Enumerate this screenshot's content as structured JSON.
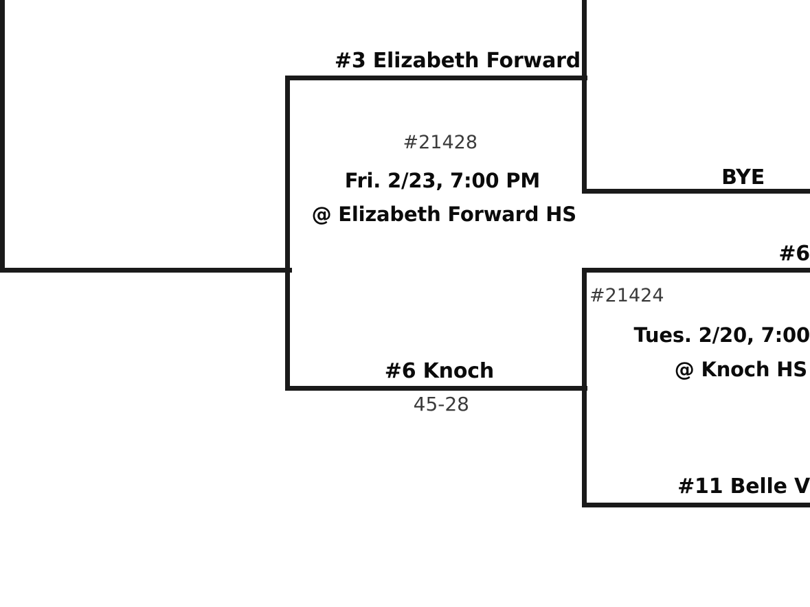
{
  "bracket": {
    "type": "single-elimination-tournament-bracket",
    "sport_context": "high school basketball playoff bracket",
    "colors": {
      "line": "#1a1a1a",
      "background": "#ffffff",
      "team_text": "#0b0b0b",
      "secondary_text": "#3b3b3b"
    },
    "round_2_matchup": {
      "game_id": "#21428",
      "date_time": "Fri. 2/23, 7:00 PM",
      "venue": "@ Elizabeth Forward HS",
      "top_team": {
        "seed_and_name": "#3 Elizabeth Forward"
      },
      "bottom_team": {
        "seed_and_name": "#6 Knoch",
        "score": "45-28"
      }
    },
    "round_3_upper": {
      "team": "BYE"
    },
    "round_3_lower": {
      "game_id": "#21424",
      "date_time": "Tues. 2/20, 7:00",
      "venue": "@ Knoch HS",
      "top_team": {
        "seed_and_name": "#6"
      },
      "bottom_team": {
        "seed_and_name": "#11 Belle V"
      }
    }
  }
}
